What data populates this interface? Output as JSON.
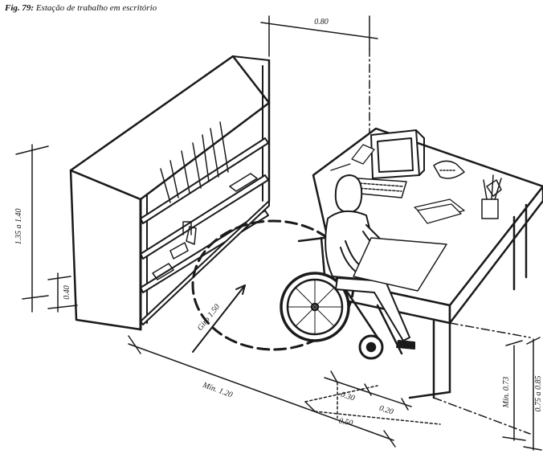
{
  "caption": {
    "number": "Fig. 79:",
    "title": "Estação de trabalho em escritório"
  },
  "dimensions": {
    "width_top": "0.80",
    "shelf_height": "1.35 a 1.40",
    "shelf_base": "0.40",
    "turn_radius": "Giro 1.50",
    "min_depth": "Mín. 1.20",
    "knee_depth": "0.30",
    "knee_clearance": "0.20",
    "toe_depth": "0.50",
    "min_knee_height": "Mín. 0.73",
    "desk_height": "0.75 a 0.85"
  },
  "icons": [
    "bookshelf",
    "computer-monitor",
    "keyboard",
    "telephone",
    "pen-holder",
    "wheelchair",
    "desk"
  ]
}
